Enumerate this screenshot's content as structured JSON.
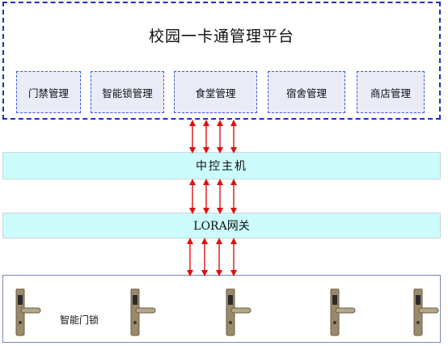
{
  "platform": {
    "title": "校园一卡通管理平台",
    "modules": [
      "门禁管理",
      "智能锁管理",
      "食堂管理",
      "宿舍管理",
      "商店管理"
    ]
  },
  "controller": {
    "label": "中控主机"
  },
  "gateway": {
    "label": "LORA网关"
  },
  "locks": {
    "label": "智能门锁",
    "count": 5
  },
  "colors": {
    "border_dashed": "#1f2fc4",
    "module_fill": "#e9ebf7",
    "bar_fill": "#ccfbfb",
    "arrow": "#e01010"
  }
}
